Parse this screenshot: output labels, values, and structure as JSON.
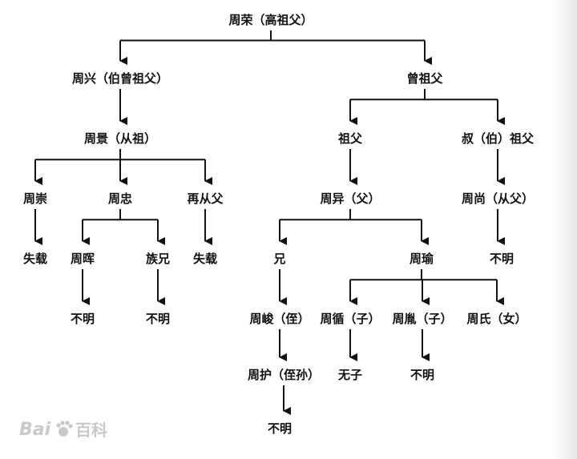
{
  "nodes": [
    {
      "id": "gaozu",
      "label": "周荣（高祖父）"
    },
    {
      "id": "xing",
      "label": "周兴（伯曾祖父）"
    },
    {
      "id": "zengzu",
      "label": "曾祖父"
    },
    {
      "id": "jing",
      "label": "周景（从祖）"
    },
    {
      "id": "zufu",
      "label": "祖父"
    },
    {
      "id": "shubo",
      "label": "叔（伯）祖父"
    },
    {
      "id": "chong",
      "label": "周崇"
    },
    {
      "id": "zhong",
      "label": "周忠"
    },
    {
      "id": "zaicong",
      "label": "再从父"
    },
    {
      "id": "yi",
      "label": "周异（父）"
    },
    {
      "id": "shang",
      "label": "周尚（从父）"
    },
    {
      "id": "shizai1",
      "label": "失载"
    },
    {
      "id": "hui",
      "label": "周晖"
    },
    {
      "id": "zuxiong",
      "label": "族兄"
    },
    {
      "id": "shizai2",
      "label": "失载"
    },
    {
      "id": "xiong",
      "label": "兄"
    },
    {
      "id": "yu",
      "label": "周瑜"
    },
    {
      "id": "buming_shang",
      "label": "不明"
    },
    {
      "id": "buming_hui",
      "label": "不明"
    },
    {
      "id": "buming_zuxiong",
      "label": "不明"
    },
    {
      "id": "jun",
      "label": "周峻（侄）"
    },
    {
      "id": "xun",
      "label": "周循（子）"
    },
    {
      "id": "yin",
      "label": "周胤（子）"
    },
    {
      "id": "shi",
      "label": "周氏（女）"
    },
    {
      "id": "hu",
      "label": "周护（侄孙）"
    },
    {
      "id": "wuzi",
      "label": "无子"
    },
    {
      "id": "buming_yin",
      "label": "不明"
    },
    {
      "id": "buming_hu",
      "label": "不明"
    }
  ],
  "edges": [
    {
      "from": "gaozu",
      "to": [
        "xing",
        "zengzu"
      ]
    },
    {
      "from": "xing",
      "to": [
        "jing"
      ]
    },
    {
      "from": "zengzu",
      "to": [
        "zufu",
        "shubo"
      ]
    },
    {
      "from": "jing",
      "to": [
        "chong",
        "zhong",
        "zaicong"
      ]
    },
    {
      "from": "zufu",
      "to": [
        "yi"
      ]
    },
    {
      "from": "shubo",
      "to": [
        "shang"
      ]
    },
    {
      "from": "chong",
      "to": [
        "shizai1"
      ]
    },
    {
      "from": "zhong",
      "to": [
        "hui",
        "zuxiong"
      ]
    },
    {
      "from": "zaicong",
      "to": [
        "shizai2"
      ]
    },
    {
      "from": "yi",
      "to": [
        "xiong",
        "yu"
      ]
    },
    {
      "from": "shang",
      "to": [
        "buming_shang"
      ]
    },
    {
      "from": "hui",
      "to": [
        "buming_hui"
      ]
    },
    {
      "from": "zuxiong",
      "to": [
        "buming_zuxiong"
      ]
    },
    {
      "from": "xiong",
      "to": [
        "jun"
      ]
    },
    {
      "from": "yu",
      "to": [
        "xun",
        "yin",
        "shi"
      ]
    },
    {
      "from": "jun",
      "to": [
        "hu"
      ]
    },
    {
      "from": "xun",
      "to": [
        "wuzi"
      ]
    },
    {
      "from": "yin",
      "to": [
        "buming_yin"
      ]
    },
    {
      "from": "hu",
      "to": [
        "buming_hu"
      ]
    }
  ],
  "watermark": {
    "latin": "Bai",
    "cjk": "百科",
    "icon": "paw-icon"
  },
  "colors": {
    "ink": "#111111",
    "watermark": "#c9c9c9"
  }
}
